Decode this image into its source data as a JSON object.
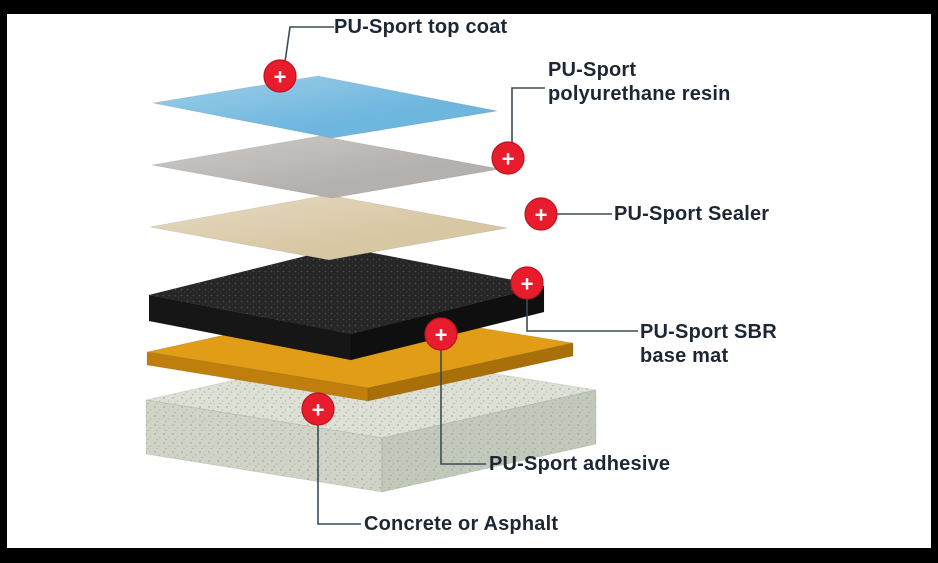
{
  "marker_symbol": "+",
  "colors": {
    "background": "#ffffff",
    "frame": "#000000",
    "marker": "#e71d2e",
    "marker_symbol": "#ffffff",
    "connector": "#3a4b59",
    "label_text": "#1d2733"
  },
  "layers": [
    {
      "name": "top-coat",
      "label": "PU-Sport top coat",
      "top": "#6db6de"
    },
    {
      "name": "polyurethane-resin",
      "label": "PU-Sport polyurethane resin",
      "top": "#b3b0ad"
    },
    {
      "name": "sealer",
      "label": "PU-Sport Sealer",
      "top": "#d8c7a3"
    },
    {
      "name": "sbr-base-mat",
      "label": "PU-Sport SBR base mat",
      "top": "#262626",
      "front": "#161616",
      "side": "#0f0f0f"
    },
    {
      "name": "adhesive",
      "label": "PU-Sport adhesive",
      "top": "#e29d17",
      "front": "#c07f0c",
      "side": "#a96f08"
    },
    {
      "name": "substrate",
      "label": "Concrete or Asphalt",
      "top": "#dde1d5",
      "front": "#cfd4c7",
      "side": "#c3c9ba"
    }
  ]
}
